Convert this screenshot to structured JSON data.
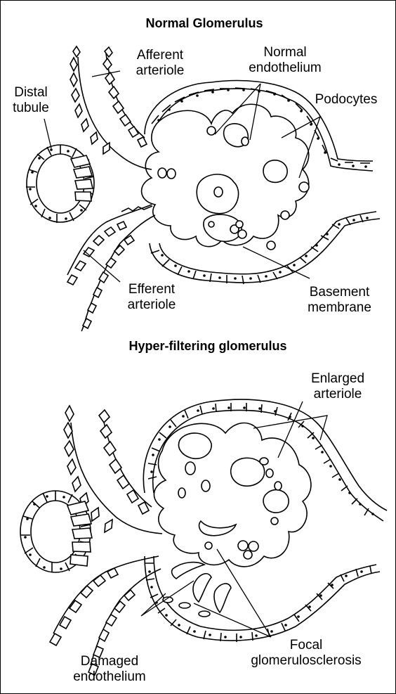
{
  "panels": [
    {
      "title": "Normal Glomerulus",
      "labels": {
        "afferent_arteriole": "Afferent\narteriole",
        "normal_endothelium": "Normal\nendothelium",
        "distal_tubule": "Distal\ntubule",
        "podocytes": "Podocytes",
        "efferent_arteriole": "Efferent\narteriole",
        "basement_membrane": "Basement\nmembrane"
      }
    },
    {
      "title": "Hyper-filtering glomerulus",
      "labels": {
        "enlarged_arteriole": "Enlarged\narteriole",
        "damaged_endothelium": "Damaged\nendothelium",
        "focal_glomerulosclerosis": "Focal\nglomerulosclerosis"
      }
    }
  ]
}
